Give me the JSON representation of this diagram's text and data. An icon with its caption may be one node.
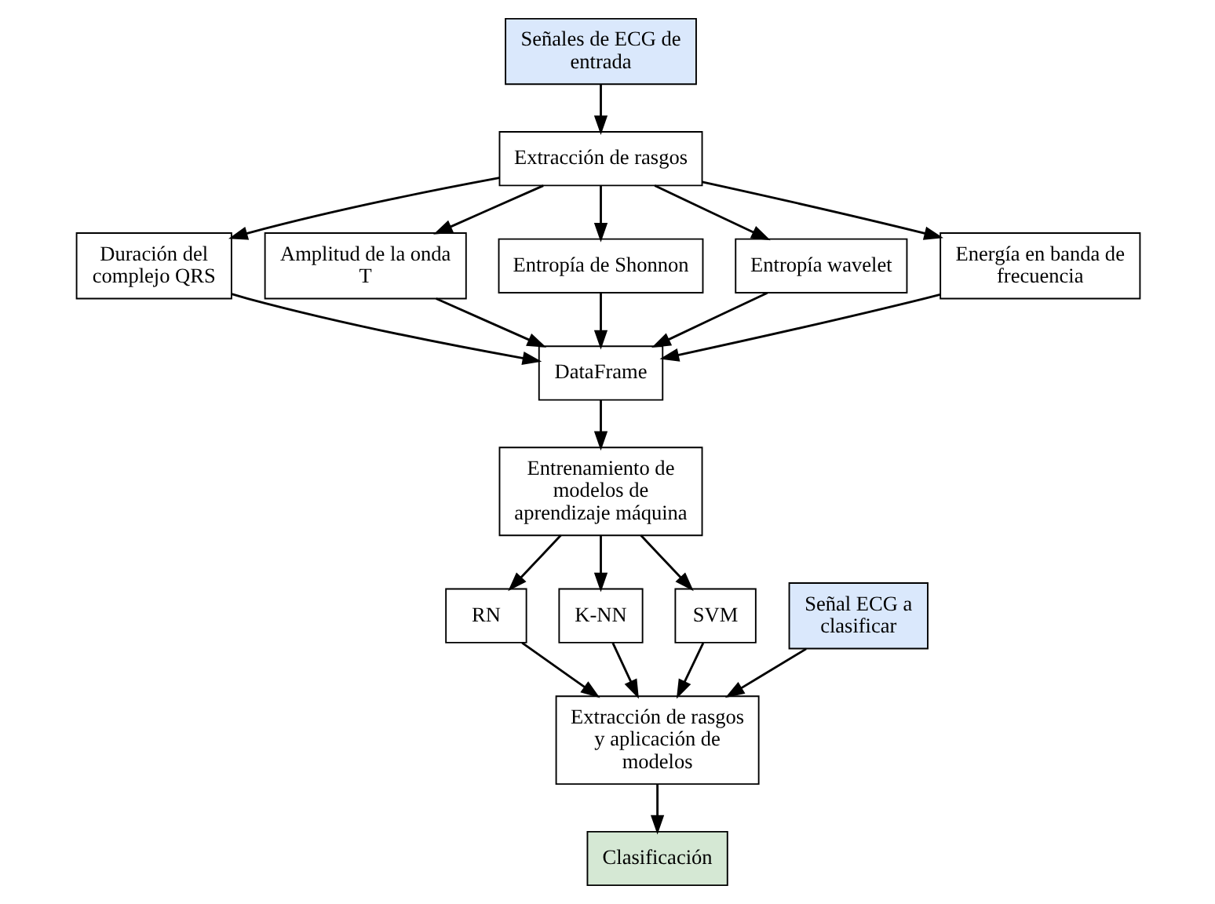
{
  "diagram": {
    "nodes": [
      {
        "text": [
          "Señales de ECG de entrada"
        ]
      },
      {
        "text": [
          "Extracción de rasgos"
        ]
      },
      {
        "text": [
          "Duración del complejo QRS"
        ]
      },
      {
        "text": [
          "Amplitud de la onda T"
        ]
      },
      {
        "text": [
          "Entropía de Shonnon"
        ]
      },
      {
        "text": [
          "Entropía wavelet"
        ]
      },
      {
        "text": [
          "Energía en banda de frecuencia"
        ]
      },
      {
        "text": [
          "DataFrame"
        ]
      },
      {
        "text": [
          "Entrenamiento de modelos de aprendizaje máquina"
        ]
      },
      {
        "text": [
          "RN"
        ]
      },
      {
        "text": [
          "K-NN"
        ]
      },
      {
        "text": [
          "SVM"
        ]
      },
      {
        "text": [
          "Señal ECG a clasificar"
        ]
      },
      {
        "text": [
          "Extracción de rasgos y aplicación de modelos"
        ]
      },
      {
        "text": [
          "Clasificación"
        ]
      }
    ],
    "edges": [
      {
        "from": 0,
        "to": 1,
        "arrow": "to"
      },
      {
        "from": 1,
        "to": 2,
        "arrow": "to"
      },
      {
        "from": 1,
        "to": 3,
        "arrow": "to"
      },
      {
        "from": 1,
        "to": 4,
        "arrow": "to"
      },
      {
        "from": 1,
        "to": 5,
        "arrow": "to"
      },
      {
        "from": 1,
        "to": 6,
        "arrow": "to"
      },
      {
        "from": 2,
        "to": 7,
        "arrow": "to"
      },
      {
        "from": 3,
        "to": 7,
        "arrow": "to"
      },
      {
        "from": 4,
        "to": 7,
        "arrow": "to"
      },
      {
        "from": 5,
        "to": 7,
        "arrow": "to"
      },
      {
        "from": 6,
        "to": 7,
        "arrow": "to"
      },
      {
        "from": 7,
        "to": 8,
        "arrow": "to"
      },
      {
        "from": 8,
        "to": 9,
        "arrow": "to"
      },
      {
        "from": 8,
        "to": 10,
        "arrow": "to"
      },
      {
        "from": 8,
        "to": 11,
        "arrow": "to"
      },
      {
        "from": 9,
        "to": 13,
        "arrow": "to"
      },
      {
        "from": 10,
        "to": 13,
        "arrow": "to"
      },
      {
        "from": 11,
        "to": 13,
        "arrow": "to"
      },
      {
        "from": 12,
        "to": 13,
        "arrow": "to"
      },
      {
        "from": 13,
        "to": 14,
        "arrow": "to"
      }
    ]
  }
}
